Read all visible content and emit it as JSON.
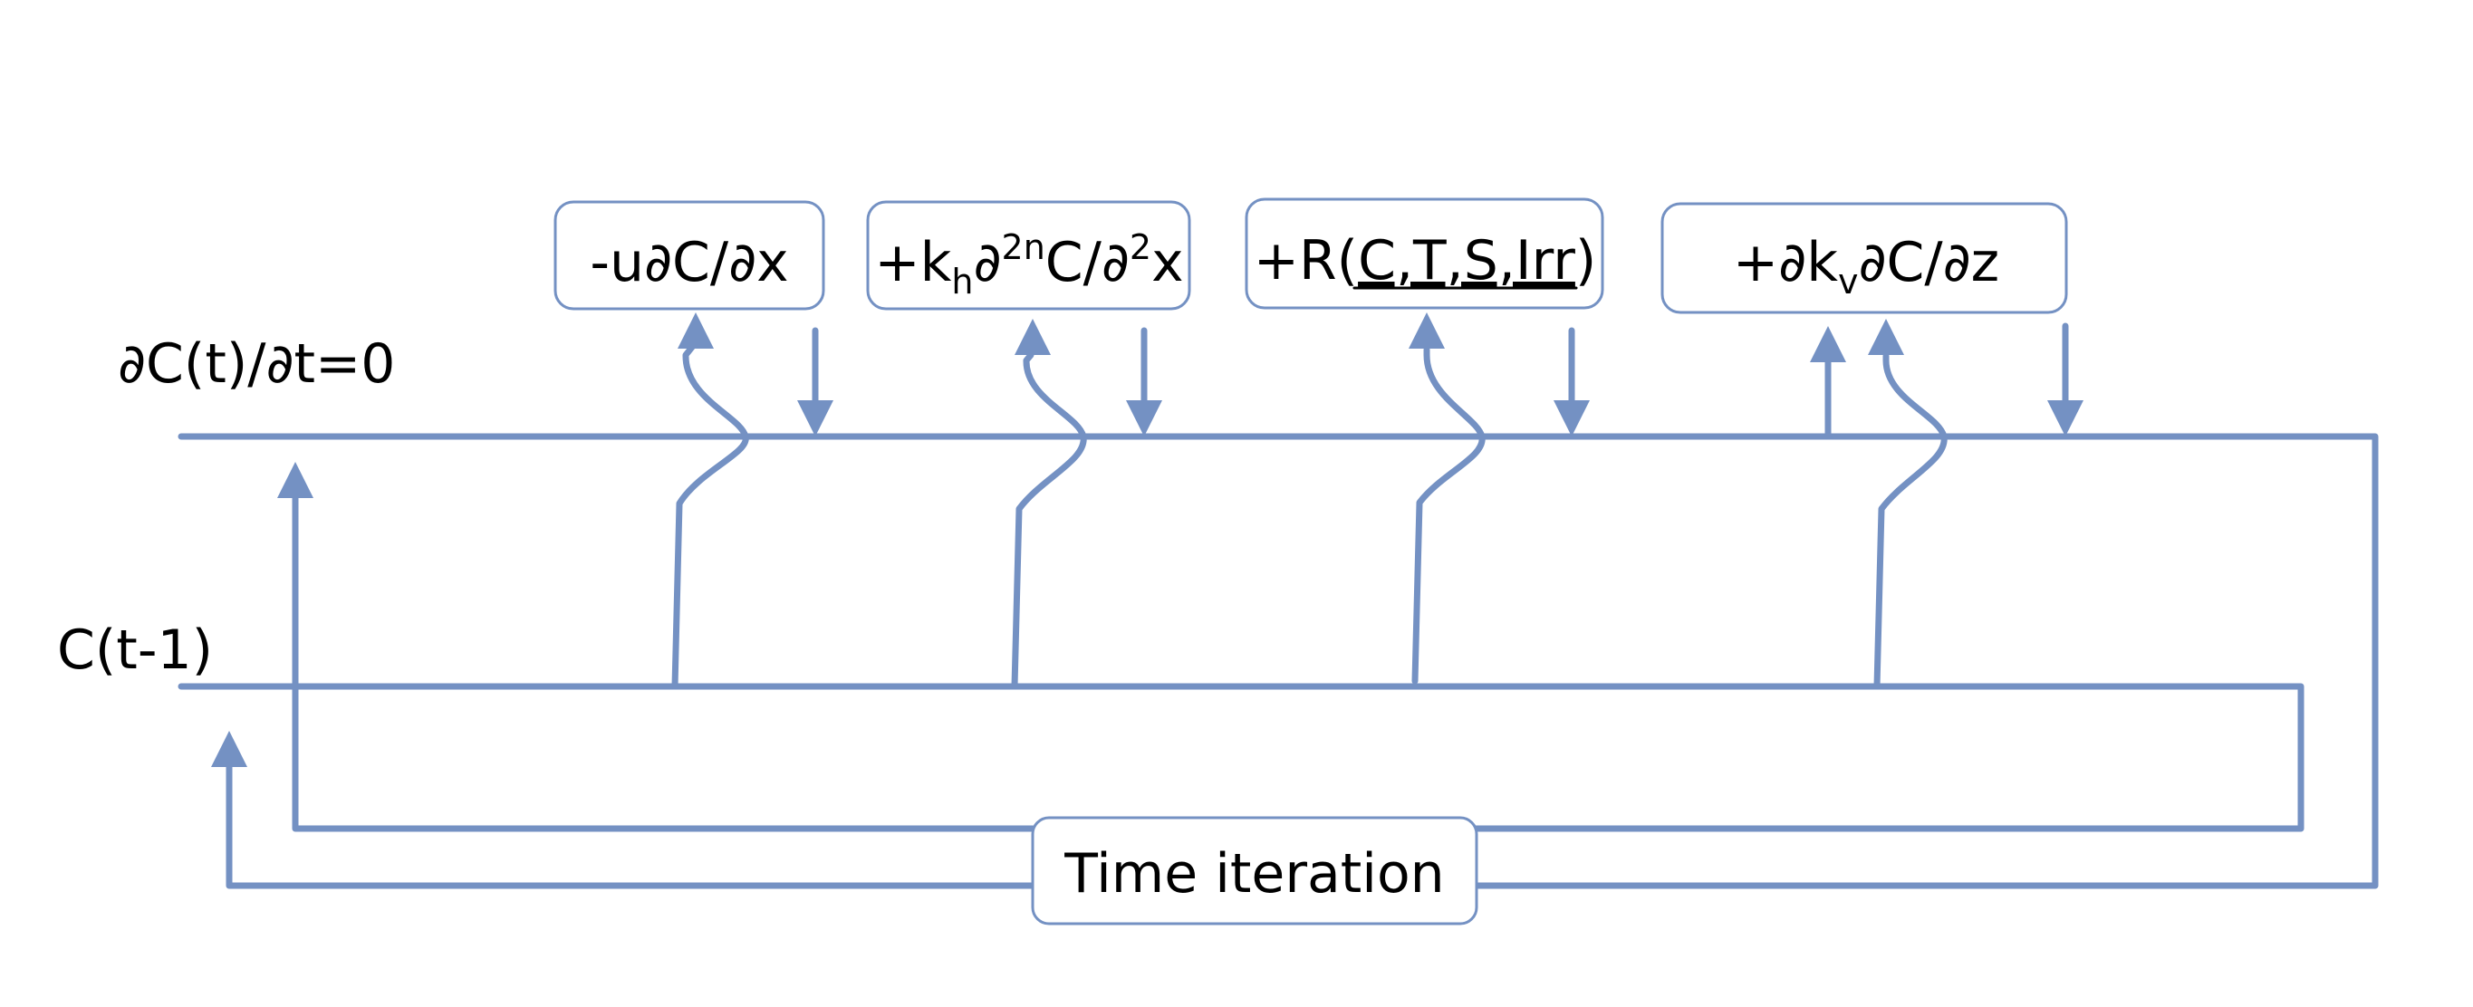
{
  "labels": {
    "steady_state": "∂C(t)/∂t=0",
    "previous_step": "C(t-1)"
  },
  "terms": {
    "advection": "-u∂C/∂x",
    "horizontal_diffusion": {
      "sign": "+k",
      "k_subscript": "h",
      "partial": "∂",
      "exponent": "2n",
      "rest": "C/∂",
      "exponent2": "2",
      "var": "x"
    },
    "reaction": {
      "prefix": "+R(",
      "args": "C,T,S,Irr",
      "suffix": ")"
    },
    "vertical_diffusion": {
      "prefix": "+∂k",
      "k_subscript": "v",
      "rest": "∂C/∂z"
    }
  },
  "loop": {
    "label": "Time iteration"
  },
  "colors": {
    "line": "#7491c3",
    "text": "#000000",
    "box_fill": "#ffffff"
  }
}
